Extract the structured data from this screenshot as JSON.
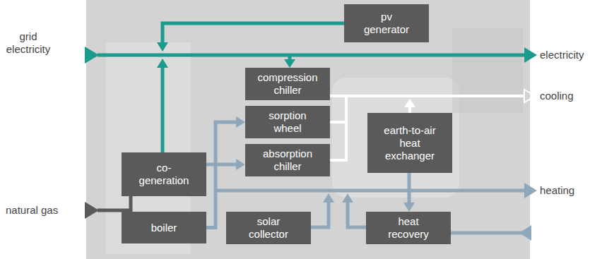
{
  "diagram": {
    "nodes": [
      {
        "text": [
          "pv generator"
        ]
      },
      {
        "text": [
          "compression chiller"
        ]
      },
      {
        "text": [
          "sorption wheel"
        ]
      },
      {
        "text": [
          "absorption chiller"
        ]
      },
      {
        "text": [
          "earth-to-air heat exchanger"
        ]
      },
      {
        "text": [
          "co- generation"
        ]
      },
      {
        "text": [
          "boiler"
        ]
      },
      {
        "text": [
          "solar collector"
        ]
      },
      {
        "text": [
          "heat recovery"
        ]
      }
    ],
    "edges": [
      {
        "from": 5,
        "to": 3,
        "arrow": "to"
      },
      {
        "from": 6,
        "to": 2,
        "arrow": "to"
      },
      {
        "from": 4,
        "to": 8,
        "arrow": "to"
      }
    ],
    "labels": [
      "grid electricity",
      "natural gas",
      "electricity",
      "cooling",
      "heating"
    ]
  }
}
